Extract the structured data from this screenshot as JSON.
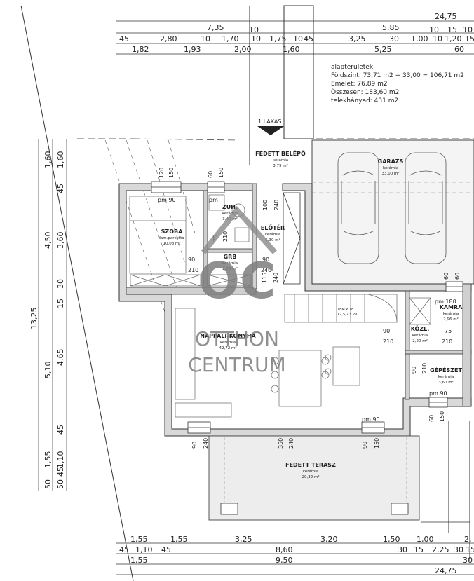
{
  "top_dimensions": {
    "overall": "24,75",
    "row1": [
      "7,35",
      "10",
      "5,85",
      "10",
      "15",
      "10"
    ],
    "row2": [
      "45",
      "2,80",
      "10",
      "1,70",
      "10",
      "1,75",
      "10",
      "45",
      "3,25",
      "30",
      "1,00",
      "10",
      "1,20",
      "15"
    ],
    "row3": [
      "1,82",
      "1,93",
      "2,00",
      "1,60",
      "5,25",
      "60"
    ]
  },
  "bottom_dimensions": {
    "row1": [
      "1,55",
      "1,55",
      "3,25",
      "3,20",
      "1,50",
      "1,00",
      "2,"
    ],
    "row2": [
      "45",
      "1,10",
      "45",
      "8,60",
      "30",
      "15",
      "2,25",
      "30",
      "15"
    ],
    "row3": [
      "1,55",
      "9,50",
      "30"
    ],
    "overall": "24,75"
  },
  "left_dimensions": {
    "overall": "13,25",
    "col_a": [
      "1,60",
      "4,50",
      "5,10",
      "1,55",
      "50"
    ],
    "col_b": [
      "1,60",
      "45",
      "3,60",
      "30",
      "15",
      "4,65",
      "45",
      "1,10",
      "50",
      "45"
    ]
  },
  "info": {
    "heading": "alapterületek:",
    "lines": [
      "Földszint: 73,71 m2 + 33,00 = 106,71 m2",
      "Emelet: 76,89 m2",
      "Összesen: 183,60 m2",
      "telekhányad: 431 m2"
    ]
  },
  "entrance_label": "1.LAKÁS",
  "rooms": [
    {
      "name": "FEDETT BELÉPŐ",
      "material": "kerámia",
      "area": "3,79 m²"
    },
    {
      "name": "GARÁZS",
      "material": "kerámia",
      "area": "33,00 m²"
    },
    {
      "name": "SZOBA",
      "material": "lam.parketta",
      "area": "10,08 m²"
    },
    {
      "name": "ZUH.",
      "material": "kerámia",
      "area": "3,40 m²"
    },
    {
      "name": "ELŐTÉR",
      "material": "kerámia",
      "area": "6,30 m²"
    },
    {
      "name": "GRB",
      "material": "kerámia",
      "area": "2,55 m²"
    },
    {
      "name": "KAMRA",
      "material": "kerámia",
      "area": "2,96 m²"
    },
    {
      "name": "NAPPALI-KONYHA",
      "material": "kerámia",
      "area": "42,72 m²"
    },
    {
      "name": "KÖZL.",
      "material": "kerámia",
      "area": "2,20 m²"
    },
    {
      "name": "GÉPÉSZET",
      "material": "kerámia",
      "area": "3,60 m²"
    },
    {
      "name": "FEDETT TERASZ",
      "material": "kerámia",
      "area": "20,32 m²"
    }
  ],
  "openings": {
    "szoba_top_a": "120",
    "szoba_top_b": "150",
    "zuh_top_a": "60",
    "zuh_top_b": "150",
    "pm90_szoba": "pm 90",
    "pm_zuh": "pm",
    "d100": "100",
    "d240_ent": "240",
    "d75": "75",
    "d210_zuh": "210",
    "d90_szoba": "90",
    "d210_szoba": "210",
    "d90_grb": "90",
    "d210_grb": "210",
    "d240_grb": "240",
    "d115": "115",
    "d240_b": "240",
    "stair_note": "18M x 18",
    "stair_note2": "17,5,2 x 28",
    "k90": "90",
    "k210": "210",
    "kamra_pm": "pm 180",
    "kamra_60a": "60",
    "kamra_60b": "60",
    "kamra_75": "75",
    "kamra_210": "210",
    "gep_90": "90",
    "gep_210": "210",
    "gep_pm90": "pm 90",
    "gep_60": "60",
    "gep_150": "150",
    "kitchen_pm90": "pm 90",
    "bot_90a": "90",
    "bot_240": "240",
    "bot_350": "350",
    "bot_240b": "240",
    "bot_90b": "90",
    "bot_150": "150"
  },
  "watermark": {
    "logo": "OC",
    "line1": "OTTHON",
    "line2": "CENTRUM"
  }
}
